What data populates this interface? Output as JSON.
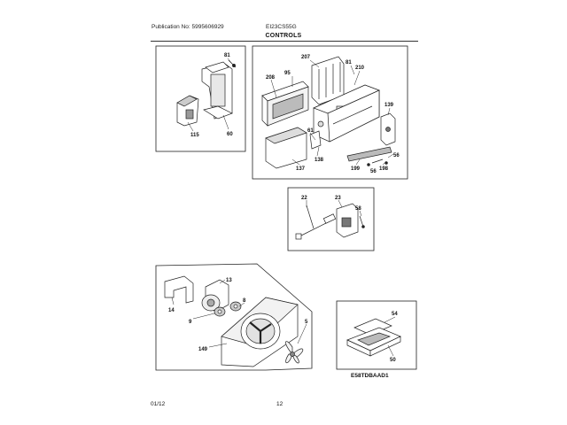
{
  "header": {
    "publication": "Publication No: 5995606929",
    "model": "EI23CS55G",
    "section_title": "CONTROLS"
  },
  "footer": {
    "date": "01/12",
    "page": "12"
  },
  "diagram_code": "E58TDBAAD1",
  "callouts": {
    "p81a": "81",
    "p60": "60",
    "p115": "115",
    "p207": "207",
    "p95": "95",
    "p208": "208",
    "p81b": "81",
    "p210": "210",
    "p139": "139",
    "p61": "61",
    "p137": "137",
    "p138": "138",
    "p199": "199",
    "p56a": "56",
    "p56b": "56",
    "p198": "198",
    "p22": "22",
    "p23": "23",
    "p58": "58",
    "p13": "13",
    "p14": "14",
    "p9": "9",
    "p8": "8",
    "p5": "5",
    "p149": "149",
    "p54": "54",
    "p50": "50"
  }
}
